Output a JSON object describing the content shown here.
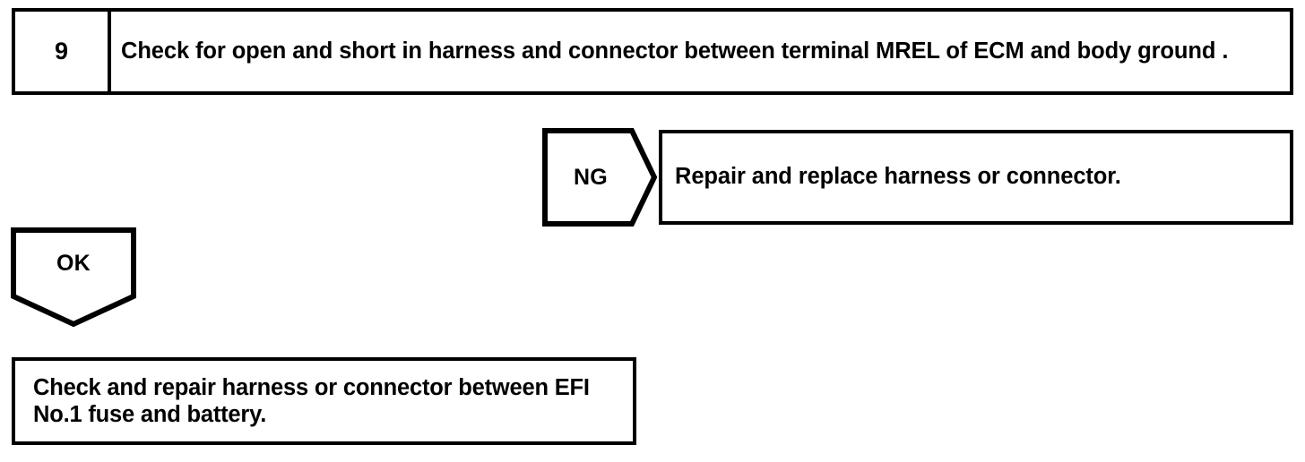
{
  "diagram": {
    "type": "troubleshooting-flowchart",
    "step": {
      "number": "9",
      "instruction": "Check for open and short in harness and connector between terminal MREL of ECM and body ground ."
    },
    "branches": [
      {
        "label": "NG",
        "direction": "right",
        "result": "Repair and replace harness or connector."
      },
      {
        "label": "OK",
        "direction": "down",
        "result": "Check and repair harness or connector between EFI No.1 fuse and battery."
      }
    ],
    "colors": {
      "stroke": "#000000",
      "fill": "#ffffff",
      "text": "#000000"
    }
  }
}
